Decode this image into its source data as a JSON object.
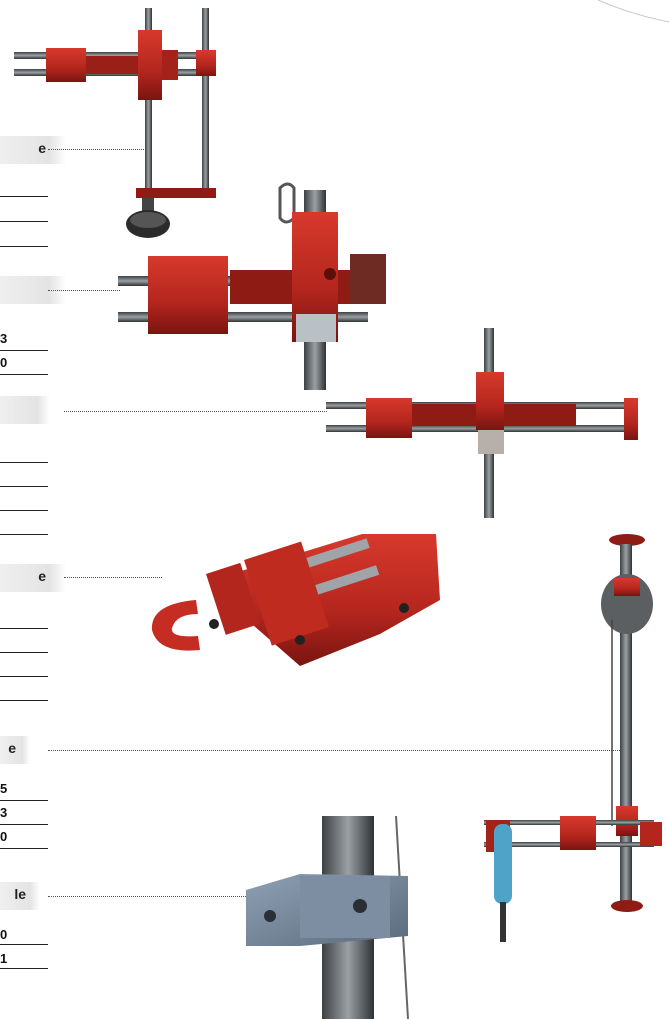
{
  "sections": [
    {
      "label": "e",
      "digits": []
    },
    {
      "label": "",
      "digits": [
        "3",
        "0"
      ]
    },
    {
      "label": "",
      "digits": []
    },
    {
      "label": "e",
      "digits": []
    },
    {
      "label": "e",
      "digits": [
        "5",
        "3",
        "0"
      ]
    },
    {
      "label": "le",
      "digits": [
        "0",
        "1"
      ]
    }
  ],
  "colors": {
    "accent": "#b3261e",
    "steel": "#6f7376",
    "label_bg": "#e6e6e6"
  }
}
